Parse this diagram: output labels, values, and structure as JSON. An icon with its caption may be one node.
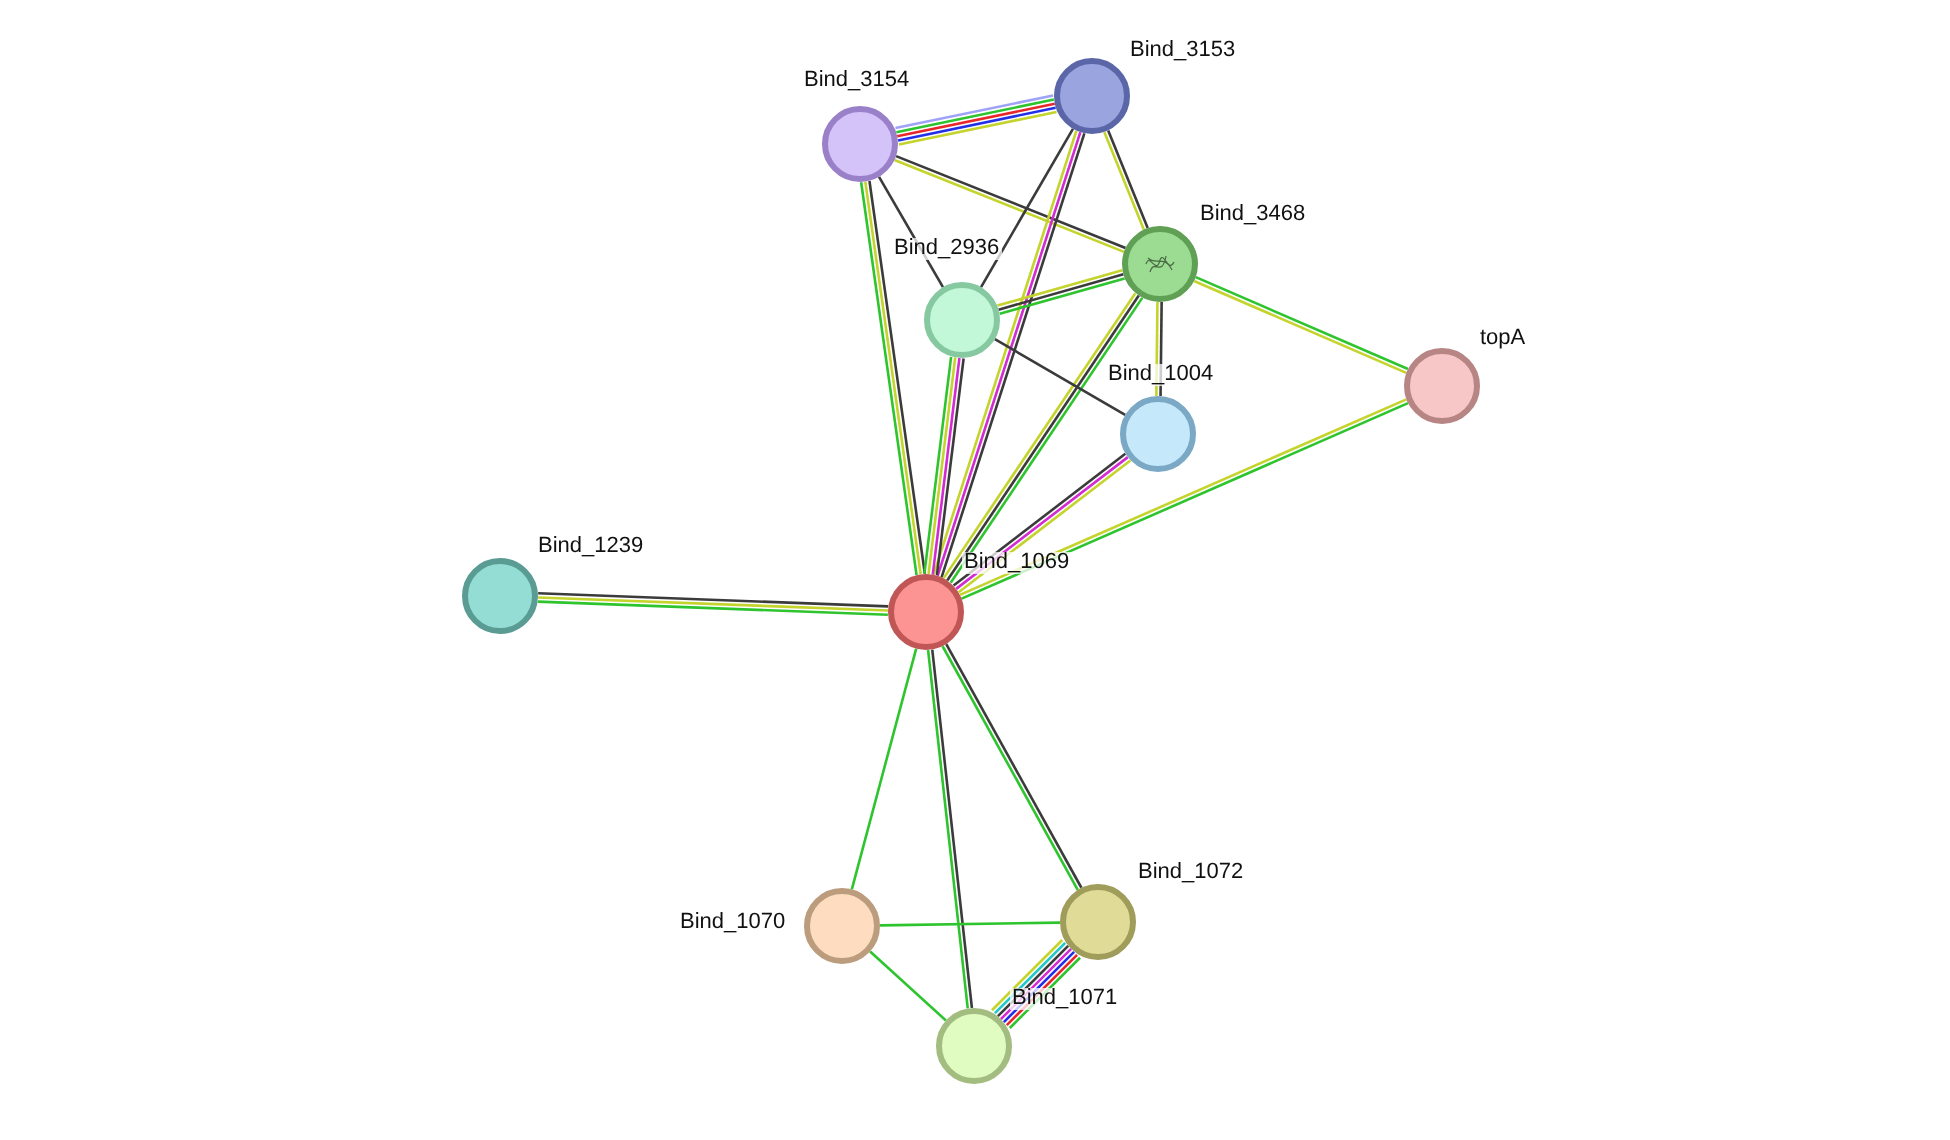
{
  "diagram": {
    "nodes": [
      {
        "text": [
          "Bind_3153"
        ]
      },
      {
        "text": [
          "Bind_3154"
        ]
      },
      {
        "text": [
          "Bind_3468"
        ]
      },
      {
        "text": [
          "Bind_2936"
        ]
      },
      {
        "text": [
          "topA"
        ]
      },
      {
        "text": [
          "Bind_1004"
        ]
      },
      {
        "text": [
          "Bind_1239"
        ]
      },
      {
        "text": [
          "Bind_1069"
        ]
      },
      {
        "text": [
          "Bind_1070"
        ]
      },
      {
        "text": [
          "Bind_1072"
        ]
      },
      {
        "text": [
          "Bind_1071"
        ]
      }
    ],
    "edges": [
      {
        "from": 1,
        "to": 0,
        "arrow": "none",
        "color": "#c4d42c"
      },
      {
        "from": 1,
        "to": 0,
        "arrow": "none",
        "color": "#2230e8"
      },
      {
        "from": 1,
        "to": 0,
        "arrow": "none",
        "color": "#e8262b"
      },
      {
        "from": 1,
        "to": 0,
        "arrow": "none",
        "color": "#2ec42e"
      },
      {
        "from": 1,
        "to": 0,
        "arrow": "none",
        "color": "#9fa3f8"
      },
      {
        "from": 1,
        "to": 2,
        "arrow": "none",
        "color": "#3b3b3b"
      },
      {
        "from": 1,
        "to": 2,
        "arrow": "none",
        "color": "#c4d42c"
      },
      {
        "from": 1,
        "to": 3,
        "arrow": "none",
        "color": "#3b3b3b"
      },
      {
        "from": 1,
        "to": 7,
        "arrow": "none",
        "color": "#3b3b3b"
      },
      {
        "from": 1,
        "to": 7,
        "arrow": "none",
        "color": "#c4d42c"
      },
      {
        "from": 1,
        "to": 7,
        "arrow": "none",
        "color": "#2ec42e"
      },
      {
        "from": 0,
        "to": 2,
        "arrow": "none",
        "color": "#3b3b3b"
      },
      {
        "from": 0,
        "to": 2,
        "arrow": "none",
        "color": "#c4d42c"
      },
      {
        "from": 0,
        "to": 3,
        "arrow": "none",
        "color": "#3b3b3b"
      },
      {
        "from": 0,
        "to": 7,
        "arrow": "none",
        "color": "#3b3b3b"
      },
      {
        "from": 0,
        "to": 7,
        "arrow": "none",
        "color": "#d22bd2"
      },
      {
        "from": 0,
        "to": 7,
        "arrow": "none",
        "color": "#c4d42c"
      },
      {
        "from": 2,
        "to": 3,
        "arrow": "none",
        "color": "#2ec42e"
      },
      {
        "from": 2,
        "to": 3,
        "arrow": "none",
        "color": "#3b3b3b"
      },
      {
        "from": 2,
        "to": 3,
        "arrow": "none",
        "color": "#c4d42c"
      },
      {
        "from": 2,
        "to": 5,
        "arrow": "none",
        "color": "#3b3b3b"
      },
      {
        "from": 2,
        "to": 5,
        "arrow": "none",
        "color": "#c4d42c"
      },
      {
        "from": 2,
        "to": 4,
        "arrow": "none",
        "color": "#2ec42e"
      },
      {
        "from": 2,
        "to": 4,
        "arrow": "none",
        "color": "#c4d42c"
      },
      {
        "from": 2,
        "to": 7,
        "arrow": "none",
        "color": "#2ec42e"
      },
      {
        "from": 2,
        "to": 7,
        "arrow": "none",
        "color": "#3b3b3b"
      },
      {
        "from": 2,
        "to": 7,
        "arrow": "none",
        "color": "#c4d42c"
      },
      {
        "from": 3,
        "to": 5,
        "arrow": "none",
        "color": "#3b3b3b"
      },
      {
        "from": 3,
        "to": 7,
        "arrow": "none",
        "color": "#3b3b3b"
      },
      {
        "from": 3,
        "to": 7,
        "arrow": "none",
        "color": "#d22bd2"
      },
      {
        "from": 3,
        "to": 7,
        "arrow": "none",
        "color": "#c4d42c"
      },
      {
        "from": 3,
        "to": 7,
        "arrow": "none",
        "color": "#2ec42e"
      },
      {
        "from": 5,
        "to": 7,
        "arrow": "none",
        "color": "#c4d42c"
      },
      {
        "from": 5,
        "to": 7,
        "arrow": "none",
        "color": "#d22bd2"
      },
      {
        "from": 5,
        "to": 7,
        "arrow": "none",
        "color": "#3b3b3b"
      },
      {
        "from": 4,
        "to": 7,
        "arrow": "none",
        "color": "#2ec42e"
      },
      {
        "from": 4,
        "to": 7,
        "arrow": "none",
        "color": "#c4d42c"
      },
      {
        "from": 6,
        "to": 7,
        "arrow": "none",
        "color": "#3b3b3b"
      },
      {
        "from": 6,
        "to": 7,
        "arrow": "none",
        "color": "#c4d42c"
      },
      {
        "from": 6,
        "to": 7,
        "arrow": "none",
        "color": "#2ec42e"
      },
      {
        "from": 7,
        "to": 8,
        "arrow": "none",
        "color": "#2ec42e"
      },
      {
        "from": 7,
        "to": 10,
        "arrow": "none",
        "color": "#3b3b3b"
      },
      {
        "from": 7,
        "to": 10,
        "arrow": "none",
        "color": "#2ec42e"
      },
      {
        "from": 7,
        "to": 9,
        "arrow": "none",
        "color": "#3b3b3b"
      },
      {
        "from": 7,
        "to": 9,
        "arrow": "none",
        "color": "#2ec42e"
      },
      {
        "from": 8,
        "to": 9,
        "arrow": "none",
        "color": "#2ec42e"
      },
      {
        "from": 8,
        "to": 10,
        "arrow": "none",
        "color": "#2ec42e"
      },
      {
        "from": 9,
        "to": 10,
        "arrow": "none",
        "color": "#2ec42e"
      },
      {
        "from": 9,
        "to": 10,
        "arrow": "none",
        "color": "#e8262b"
      },
      {
        "from": 9,
        "to": 10,
        "arrow": "none",
        "color": "#2230e8"
      },
      {
        "from": 9,
        "to": 10,
        "arrow": "none",
        "color": "#d22bd2"
      },
      {
        "from": 9,
        "to": 10,
        "arrow": "none",
        "color": "#3b3b3b"
      },
      {
        "from": 9,
        "to": 10,
        "arrow": "none",
        "color": "#22c7c7"
      },
      {
        "from": 9,
        "to": 10,
        "arrow": "none",
        "color": "#c4d42c"
      }
    ]
  }
}
